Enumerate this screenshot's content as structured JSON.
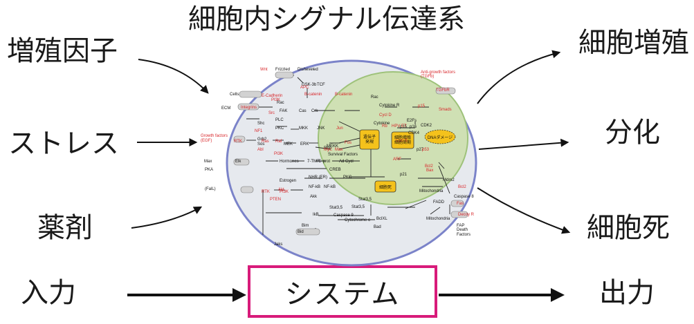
{
  "title": "細胞内シグナル伝達系",
  "inputs": {
    "growth_factor": "増殖因子",
    "stress": "ストレス",
    "drug": "薬剤"
  },
  "outputs": {
    "proliferation": "細胞増殖",
    "differentiation": "分化",
    "death": "細胞死"
  },
  "bottom": {
    "input": "入力",
    "system": "システム",
    "output": "出力"
  },
  "colors": {
    "system_border": "#d81b7a",
    "cell_fill": "#e6e9ee",
    "cell_border": "#7b83c9",
    "nucleus_fill": "#cfe0b4",
    "red_label": "#d8262a",
    "yellow_box": "#f4c21c"
  },
  "pathway": {
    "black": [
      "Frizzled",
      "Disheveled",
      "GSK-3b",
      "TCF",
      "Cells",
      "ECM",
      "Rac",
      "FAK",
      "Cas",
      "Crk",
      "PLC",
      "PKC",
      "Shc",
      "Grb2",
      "Sos",
      "MEK",
      "ERK",
      "MKK",
      "JNK",
      "MEKK",
      "Max",
      "Elk",
      "Hormones",
      "7-TMR",
      "G-prot",
      "Ad Cycl",
      "PKA",
      "CREB",
      "Estrogen",
      "NHR (ER)",
      "PKC",
      "NF-kB",
      "NF-kB",
      "Akk",
      "IkB",
      "Stat3,5",
      "Stat3,5",
      "Stat3,5",
      "Caspase 9",
      "Cytochrome c",
      "BclXL",
      "Bad",
      "Mitochondria",
      "Bim",
      "Bid",
      "Jaks",
      "Cytokine R",
      "Cytokine",
      "CDK4",
      "E2Fs",
      "CDK2",
      "p27",
      "p21",
      "Mdm2",
      "Mitochondria",
      "Caspase 8",
      "FADD",
      "FAP",
      "Death",
      "Factors",
      "(FalL)",
      "Survival Factors",
      "Rho",
      "Rac",
      "p16",
      "p15",
      "E7"
    ],
    "red": [
      "Wnt",
      "APC",
      "B-catenin",
      "B-catenin",
      "E-Cadherin",
      "Integrins",
      "PI3K",
      "Src",
      "NF1",
      "Growth factors",
      "(EGF)",
      "RTK",
      "Ras",
      "Raf",
      "Abl",
      "PI3K",
      "Jun",
      "Fos",
      "Myc:",
      "Max",
      "RTK",
      "PI3K",
      "Akt",
      "PTEN",
      "Cycl D",
      "Rb",
      "HPV E7",
      "Cycl E",
      "ARF",
      "p53",
      "Bcl2",
      "Bax",
      "Bcl2",
      "Fas",
      "Decoy R",
      "Anti-growth factors",
      "(TGFb)",
      "TGFbR",
      "Smads",
      "p15"
    ],
    "boxes": [
      "遺伝子発現",
      "細胞増殖細胞周期",
      "細胞死",
      "DNAダメージ"
    ]
  }
}
